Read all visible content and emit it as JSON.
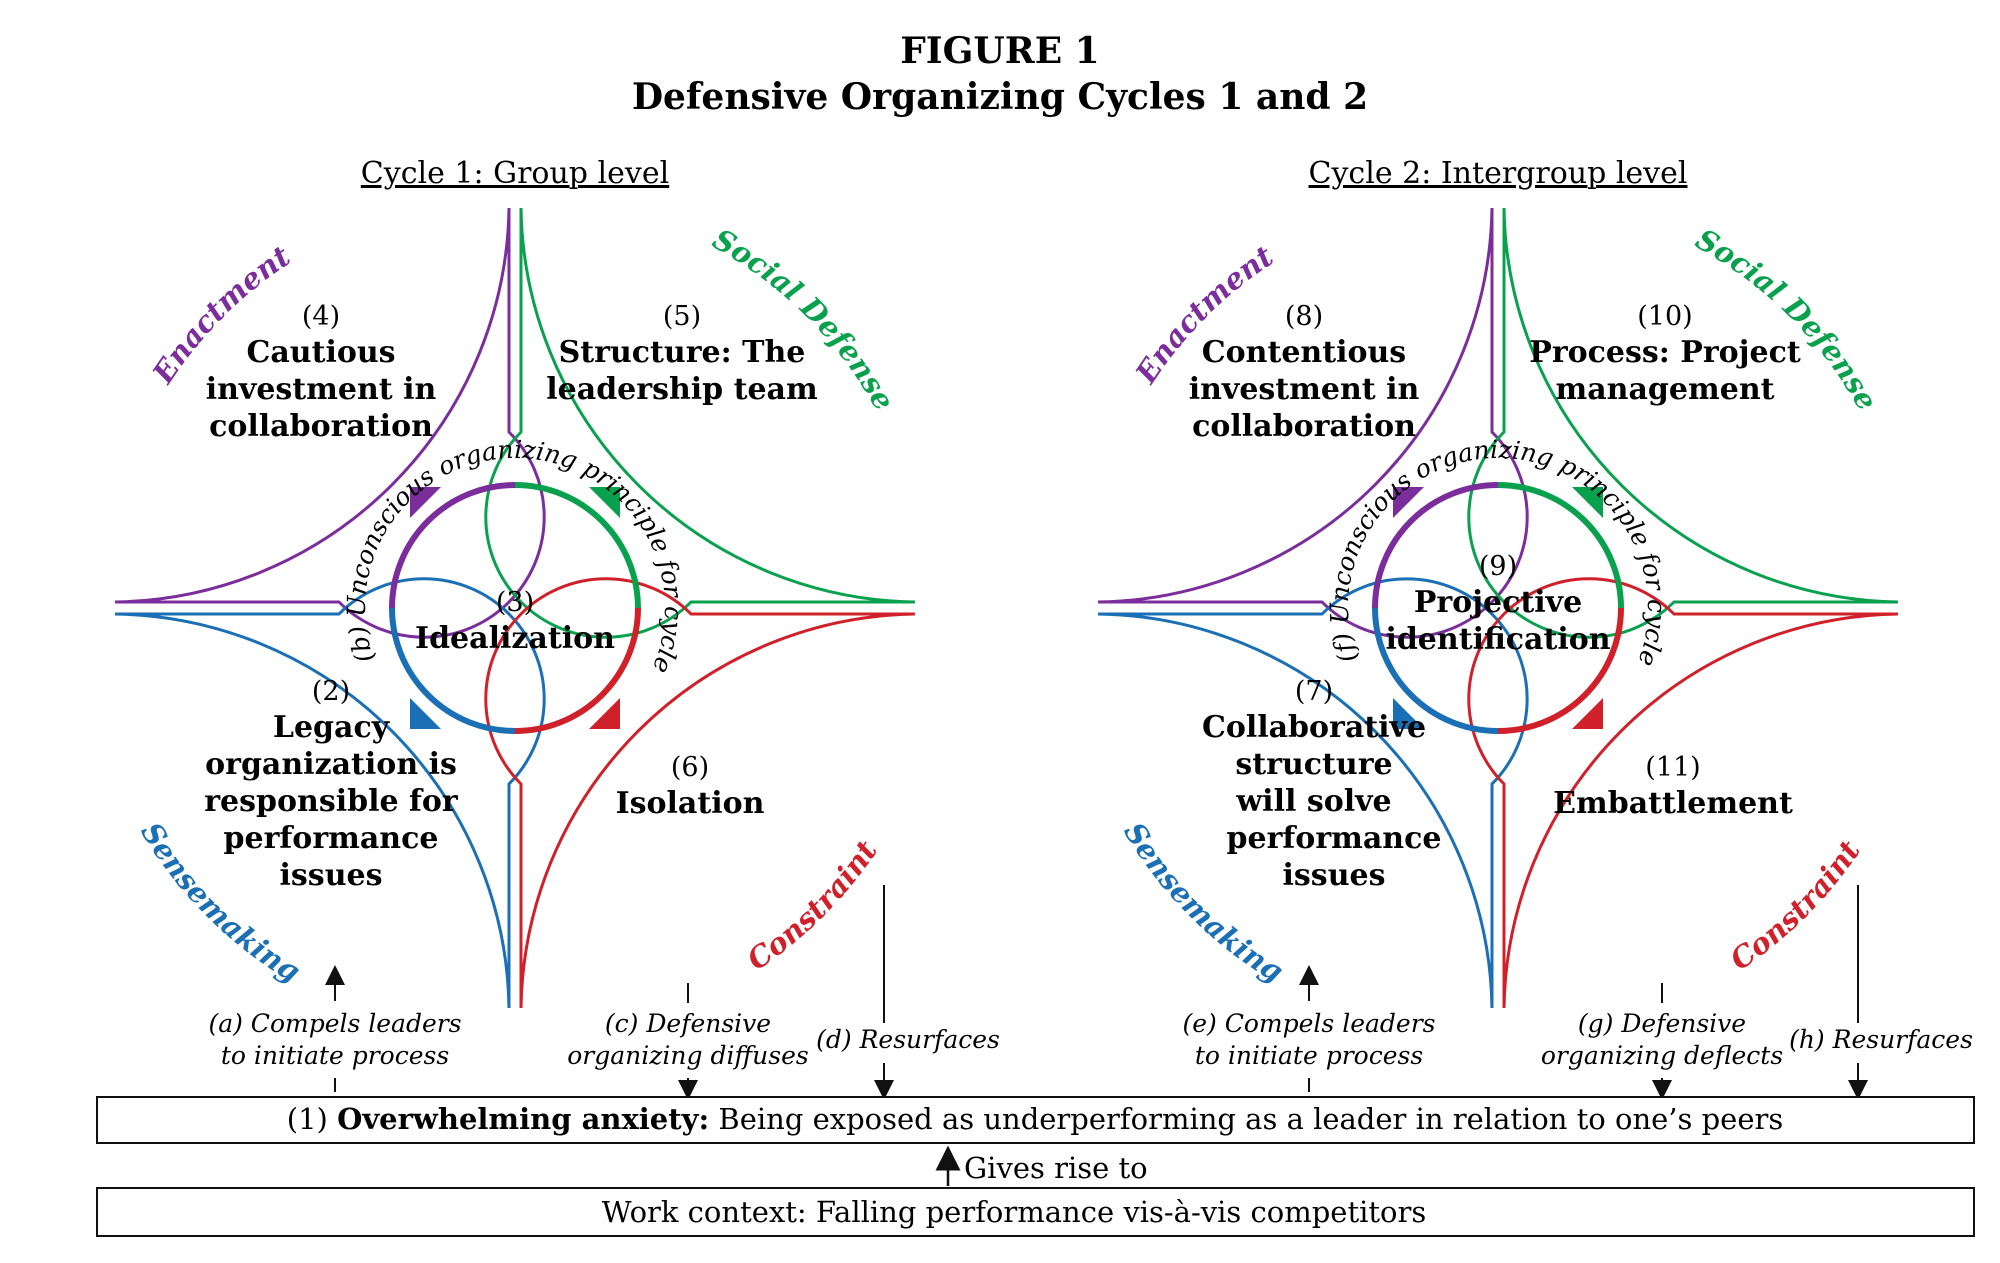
{
  "figure": {
    "title_line1": "FIGURE 1",
    "title_line2": "Defensive Organizing Cycles 1 and 2"
  },
  "cycle1": {
    "heading": "Cycle 1: Group level",
    "enactment": {
      "side": "Enactment",
      "num": "(4)",
      "lines": [
        "Cautious",
        "investment in",
        "collaboration"
      ]
    },
    "social_defense": {
      "side": "Social Defense",
      "num": "(5)",
      "lines": [
        "Structure: The",
        "leadership team"
      ]
    },
    "sensemaking": {
      "side": "Sensemaking",
      "num": "(2)",
      "lines": [
        "Legacy",
        "organization is",
        "responsible for",
        "performance",
        "issues"
      ]
    },
    "constraint": {
      "side": "Constraint",
      "num": "(6)",
      "lines": [
        "Isolation"
      ]
    },
    "center": {
      "num": "(3)",
      "lines": [
        "Idealization"
      ]
    },
    "arc_text": "(b) Unconscious organizing principle for cycle",
    "notes": {
      "a": [
        "(a) Compels leaders",
        "to initiate process"
      ],
      "c": [
        "(c) Defensive",
        "organizing diffuses"
      ],
      "d": [
        "(d) Resurfaces"
      ]
    }
  },
  "cycle2": {
    "heading": "Cycle 2: Intergroup level",
    "enactment": {
      "side": "Enactment",
      "num": "(8)",
      "lines": [
        "Contentious",
        "investment in",
        "collaboration"
      ]
    },
    "social_defense": {
      "side": "Social Defense",
      "num": "(10)",
      "lines": [
        "Process: Project",
        "management"
      ]
    },
    "sensemaking": {
      "side": "Sensemaking",
      "num": "(7)",
      "lines": [
        "Collaborative",
        "structure",
        "will solve",
        "performance",
        "issues"
      ]
    },
    "constraint": {
      "side": "Constraint",
      "num": "(11)",
      "lines": [
        "Embattlement"
      ]
    },
    "center": {
      "num": "(9)",
      "lines": [
        "Projective",
        "identification"
      ]
    },
    "arc_text": "(f) Unconscious organizing principle for cycle",
    "notes": {
      "e": [
        "(e) Compels leaders",
        "to initiate process"
      ],
      "g": [
        "(g) Defensive",
        "organizing deflects"
      ],
      "h": [
        "(h) Resurfaces"
      ]
    }
  },
  "anxiety_box": {
    "prefix": "(1) ",
    "bold": "Overwhelming anxiety:",
    "rest": " Being exposed as underperforming as a leader in relation to one’s peers"
  },
  "gives_rise": "Gives rise to",
  "context_box": "Work context: Falling performance vis-à-vis competitors",
  "colors": {
    "enactment": "#7b2d9b",
    "social_defense": "#0aa14e",
    "sensemaking": "#1a6fb5",
    "constraint": "#d0202a"
  }
}
